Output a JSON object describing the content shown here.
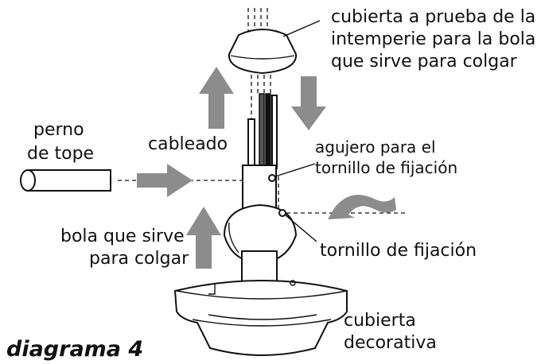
{
  "diagram": {
    "title": "diagrama 4",
    "labels": {
      "weatherproof_cover": [
        "cubierta a prueba de la",
        "intemperie para la bola",
        "que sirve para colgar"
      ],
      "stop_pin": [
        "perno",
        "de tope"
      ],
      "wiring": "cableado",
      "set_screw_hole": [
        "agujero para el",
        "tornillo de fijación"
      ],
      "hanger_ball": [
        "bola que sirve",
        "para colgar"
      ],
      "set_screw": "tornillo de fijación",
      "decorative_cover": [
        "cubierta",
        "decorativa"
      ]
    },
    "colors": {
      "arrow": "#8c8c8c",
      "line": "#111111",
      "fill": "#ffffff"
    }
  }
}
